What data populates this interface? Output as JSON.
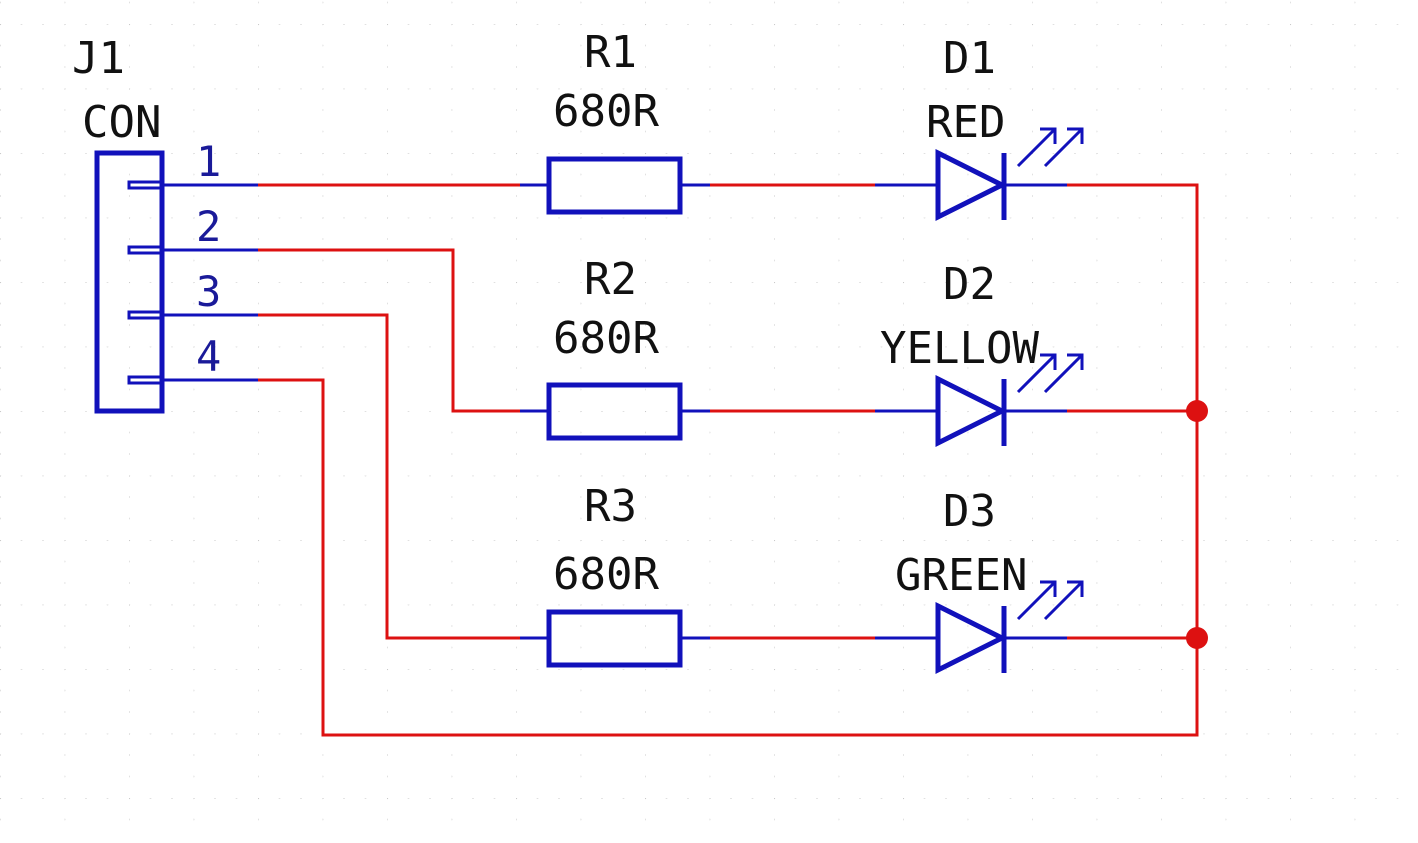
{
  "colors": {
    "wire": "#dd1111",
    "component": "#1111bb",
    "pin_text": "#1a1a99",
    "label_text": "#111111",
    "grid_dot": "#c8c8c8",
    "background": "#ffffff"
  },
  "connector": {
    "ref": "J1",
    "value": "CON",
    "pins": [
      "1",
      "2",
      "3",
      "4"
    ]
  },
  "resistors": [
    {
      "ref": "R1",
      "value": "680R"
    },
    {
      "ref": "R2",
      "value": "680R"
    },
    {
      "ref": "R3",
      "value": "680R"
    }
  ],
  "leds": [
    {
      "ref": "D1",
      "value": "RED"
    },
    {
      "ref": "D2",
      "value": "YELLOW"
    },
    {
      "ref": "D3",
      "value": "GREEN"
    }
  ],
  "junction_count": 2
}
